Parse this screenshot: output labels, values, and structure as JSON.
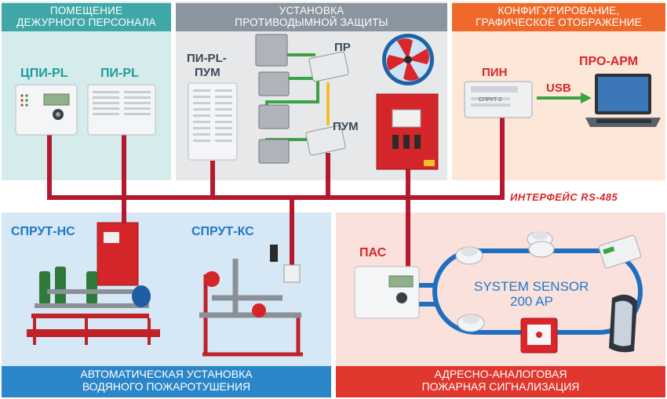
{
  "sections": {
    "duty_room": {
      "title_line1": "ПОМЕЩЕНИЕ",
      "title_line2": "ДЕЖУРНОГО ПЕРСОНАЛА"
    },
    "smoke": {
      "title_line1": "УСТАНОВКА",
      "title_line2": "ПРОТИВОДЫМНОЙ ЗАЩИТЫ"
    },
    "config": {
      "title_line1": "КОНФИГУРИРОВАНИЕ,",
      "title_line2": "ГРАФИЧЕСКОЕ ОТОБРАЖЕНИЕ"
    },
    "water": {
      "title_line1": "АВТОМАТИЧЕСКАЯ УСТАНОВКА",
      "title_line2": "ВОДЯНОГО ПОЖАРОТУШЕНИЯ"
    },
    "alarm": {
      "title_line1": "АДРЕСНО-АНАЛОГОВАЯ",
      "title_line2": "ПОЖАРНАЯ СИГНАЛИЗАЦИЯ"
    }
  },
  "devices": {
    "cpi_pl": "ЦПИ-PL",
    "pi_pl": "ПИ-PL",
    "pi_pl_pum_line1": "ПИ-PL-",
    "pi_pl_pum_line2": "ПУМ",
    "pr": "ПР",
    "pum": "ПУМ",
    "pin": "ПИН",
    "pro_arm": "ПРО-АРМ",
    "usb": "USB",
    "sprut_ns": "СПРУТ-НС",
    "sprut_ks": "СПРУТ-КС",
    "pas": "ПАС",
    "system_sensor_line1": "SYSTEM SENSOR",
    "system_sensor_line2": "200 AP"
  },
  "bus_label": "ИНТЕРФЕЙС RS-485",
  "device_marks": {
    "sprut2": "СПРУТ-2"
  },
  "colors": {
    "bus": "#b5192f",
    "teal_header": "#3fa8a6",
    "grey_header": "#8a959f",
    "orange_header": "#ef6a2a",
    "blue_header": "#2b86c9",
    "red_header": "#e0372e",
    "loop": "#1f6fc0",
    "green_wire": "#3aa342",
    "yellow_wire": "#f2c02a"
  }
}
